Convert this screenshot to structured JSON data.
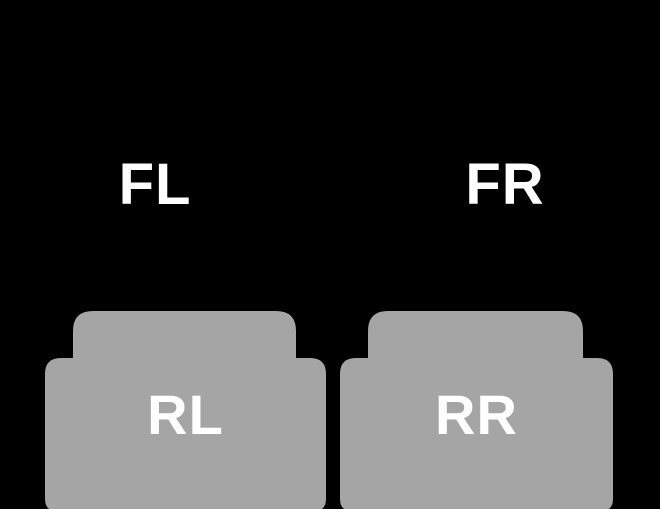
{
  "canvas": {
    "background_color": "#000000"
  },
  "colors": {
    "mat_fill": "#a5a5a5",
    "label_text": "#ffffff"
  },
  "labels": {
    "front_left": "FL",
    "front_right": "FR",
    "rear_left": "RL",
    "rear_right": "RR"
  }
}
